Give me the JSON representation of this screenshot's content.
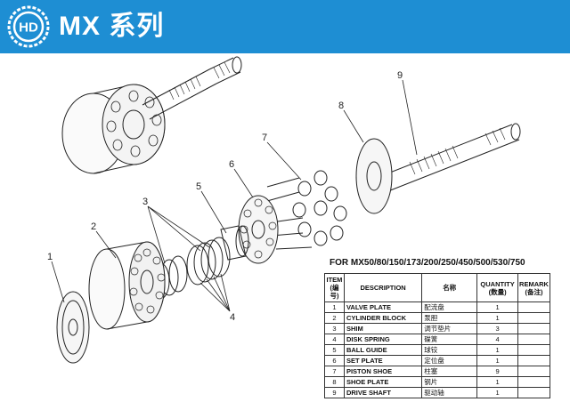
{
  "header": {
    "brand_color": "#1e8ed3",
    "logo_text": "HD",
    "title": "MX 系列"
  },
  "callouts": [
    "1",
    "2",
    "3",
    "4",
    "5",
    "6",
    "7",
    "8",
    "9"
  ],
  "parts_table": {
    "title": "FOR MX50/80/150/173/200/250/450/500/530/750",
    "headers": {
      "item": "ITEM",
      "item_zh": "(编号)",
      "description": "DESCRIPTION",
      "name": "名称",
      "quantity": "QUANTITY",
      "quantity_zh": "(数量)",
      "remark": "REMARK",
      "remark_zh": "(备注)"
    },
    "rows": [
      {
        "item": "1",
        "description": "VALVE PLATE",
        "name": "配流盘",
        "quantity": "1",
        "remark": ""
      },
      {
        "item": "2",
        "description": "CYLINDER BLOCK",
        "name": "泵胆",
        "quantity": "1",
        "remark": ""
      },
      {
        "item": "3",
        "description": "SHIM",
        "name": "调节垫片",
        "quantity": "3",
        "remark": ""
      },
      {
        "item": "4",
        "description": "DISK SPRING",
        "name": "碟簧",
        "quantity": "4",
        "remark": ""
      },
      {
        "item": "5",
        "description": "BALL GUIDE",
        "name": "球铰",
        "quantity": "1",
        "remark": ""
      },
      {
        "item": "6",
        "description": "SET PLATE",
        "name": "定位盘",
        "quantity": "1",
        "remark": ""
      },
      {
        "item": "7",
        "description": "PISTON SHOE",
        "name": "柱塞",
        "quantity": "9",
        "remark": ""
      },
      {
        "item": "8",
        "description": "SHOE PLATE",
        "name": "钢片",
        "quantity": "1",
        "remark": ""
      },
      {
        "item": "9",
        "description": "DRIVE SHAFT",
        "name": "驱动轴",
        "quantity": "1",
        "remark": ""
      }
    ]
  }
}
